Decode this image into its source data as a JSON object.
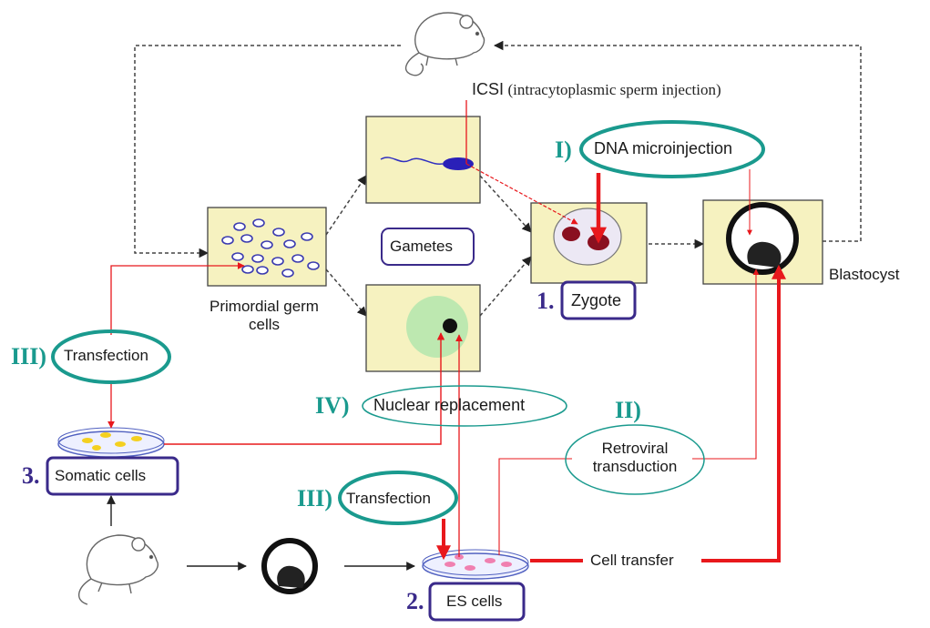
{
  "labels": {
    "icsi_abbr": "ICSI",
    "icsi_full": "(intracytoplasmic sperm injection)",
    "dna_microinjection": "DNA microinjection",
    "gametes": "Gametes",
    "zygote": "Zygote",
    "blastocyst": "Blastocyst",
    "primordial_germ_cells_line1": "Primordial germ",
    "primordial_germ_cells_line2": "cells",
    "transfection_top": "Transfection",
    "nuclear_replacement": "Nuclear replacement",
    "retroviral_line1": "Retroviral",
    "retroviral_line2": "transduction",
    "somatic_cells": "Somatic cells",
    "transfection_bottom": "Transfection",
    "es_cells": "ES cells",
    "cell_transfer": "Cell transfer"
  },
  "markers": {
    "I": "I)",
    "II": "II)",
    "III_top": "III)",
    "III_bottom": "III)",
    "IV": "IV)",
    "num_1": "1.",
    "num_2": "2.",
    "num_3": "3."
  },
  "colors": {
    "teal": "#1a9a8e",
    "purple": "#3a2a8a",
    "red": "#e8181c",
    "panel": "#f6f2c0",
    "dashed": "#444444"
  }
}
